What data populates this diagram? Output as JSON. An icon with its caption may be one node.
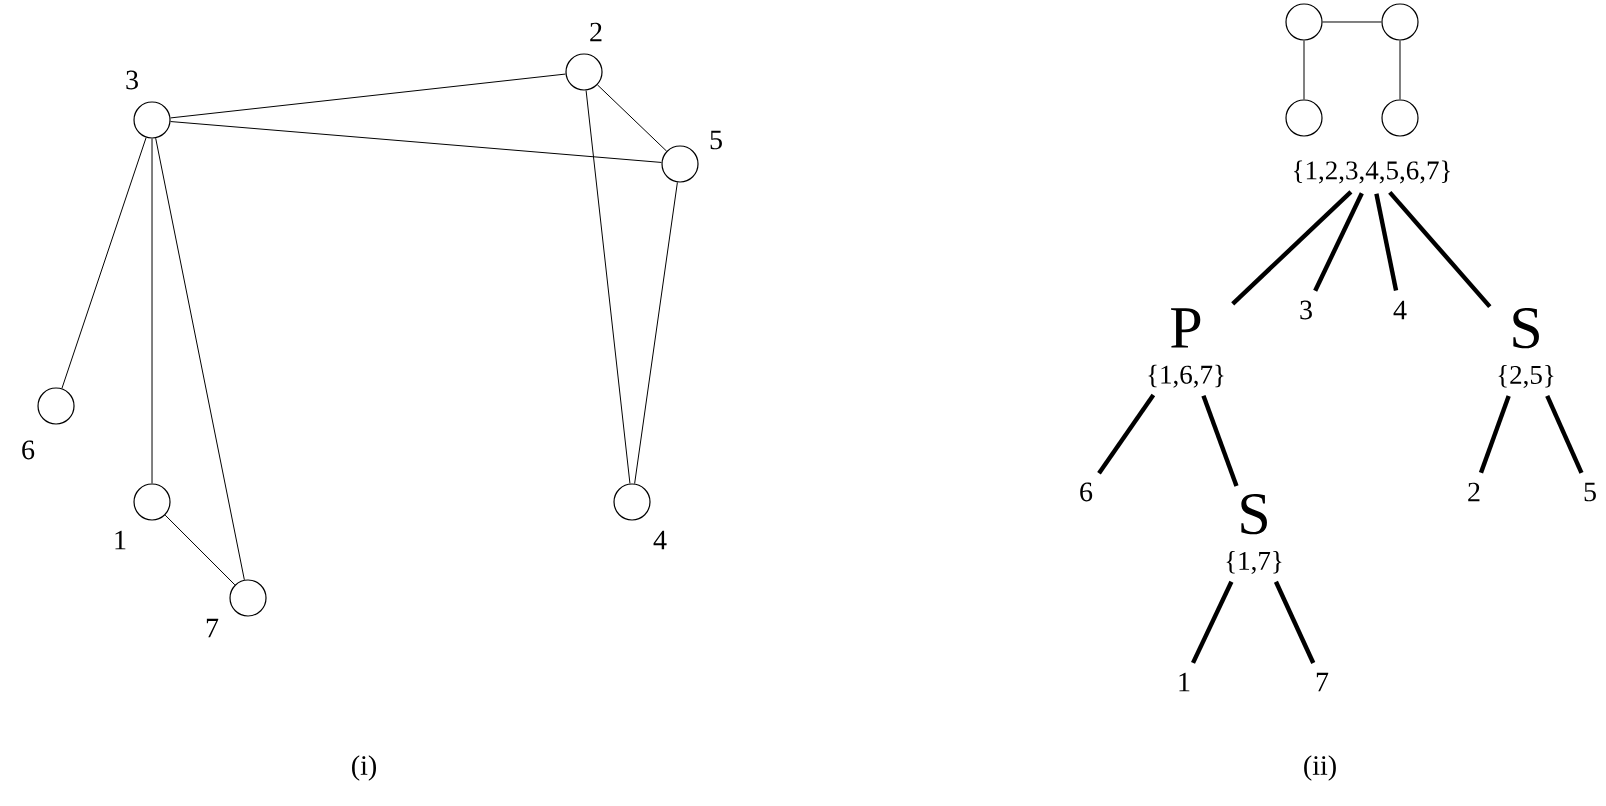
{
  "diagram": {
    "nodes": [
      {
        "text": [],
        "shape": "circle",
        "beside": [
          "3"
        ]
      },
      {
        "text": [],
        "shape": "circle",
        "beside": [
          "2"
        ]
      },
      {
        "text": [],
        "shape": "circle",
        "beside": [
          "5"
        ]
      },
      {
        "text": [],
        "shape": "circle",
        "beside": [
          "6"
        ]
      },
      {
        "text": [],
        "shape": "circle",
        "beside": [
          "1"
        ]
      },
      {
        "text": [],
        "shape": "circle",
        "beside": [
          "4"
        ]
      },
      {
        "text": [],
        "shape": "circle",
        "beside": [
          "7"
        ]
      },
      {
        "text": [],
        "shape": "circle"
      },
      {
        "text": [],
        "shape": "circle"
      },
      {
        "text": [],
        "shape": "circle"
      },
      {
        "text": [],
        "shape": "circle"
      },
      {
        "text": [
          "{1,2,3,4,5,6,7}"
        ]
      },
      {
        "text": [
          "P",
          "{1,6,7}"
        ]
      },
      {
        "text": [
          "3"
        ]
      },
      {
        "text": [
          "4"
        ]
      },
      {
        "text": [
          "S",
          "{2,5}"
        ]
      },
      {
        "text": [
          "6"
        ]
      },
      {
        "text": [
          "S",
          "{1,7}"
        ]
      },
      {
        "text": [
          "2"
        ]
      },
      {
        "text": [
          "5"
        ]
      },
      {
        "text": [
          "1"
        ]
      },
      {
        "text": [
          "7"
        ]
      }
    ],
    "edges": [
      {
        "from": 0,
        "to": 1,
        "arrow": "none"
      },
      {
        "from": 0,
        "to": 2,
        "arrow": "none"
      },
      {
        "from": 1,
        "to": 2,
        "arrow": "none"
      },
      {
        "from": 1,
        "to": 5,
        "arrow": "none"
      },
      {
        "from": 2,
        "to": 5,
        "arrow": "none"
      },
      {
        "from": 0,
        "to": 3,
        "arrow": "none"
      },
      {
        "from": 0,
        "to": 4,
        "arrow": "none"
      },
      {
        "from": 0,
        "to": 6,
        "arrow": "none"
      },
      {
        "from": 4,
        "to": 6,
        "arrow": "none"
      },
      {
        "from": 7,
        "to": 8,
        "arrow": "none"
      },
      {
        "from": 7,
        "to": 9,
        "arrow": "none"
      },
      {
        "from": 8,
        "to": 10,
        "arrow": "none"
      },
      {
        "from": 11,
        "to": 12,
        "arrow": "none",
        "style": "thick"
      },
      {
        "from": 11,
        "to": 13,
        "arrow": "none",
        "style": "thick"
      },
      {
        "from": 11,
        "to": 14,
        "arrow": "none",
        "style": "thick"
      },
      {
        "from": 11,
        "to": 15,
        "arrow": "none",
        "style": "thick"
      },
      {
        "from": 12,
        "to": 16,
        "arrow": "none",
        "style": "thick"
      },
      {
        "from": 12,
        "to": 17,
        "arrow": "none",
        "style": "thick"
      },
      {
        "from": 15,
        "to": 18,
        "arrow": "none",
        "style": "thick"
      },
      {
        "from": 15,
        "to": 19,
        "arrow": "none",
        "style": "thick"
      },
      {
        "from": 17,
        "to": 20,
        "arrow": "none",
        "style": "thick"
      },
      {
        "from": 17,
        "to": 21,
        "arrow": "none",
        "style": "thick"
      }
    ],
    "labels": [
      "(i)",
      "(ii)"
    ]
  }
}
